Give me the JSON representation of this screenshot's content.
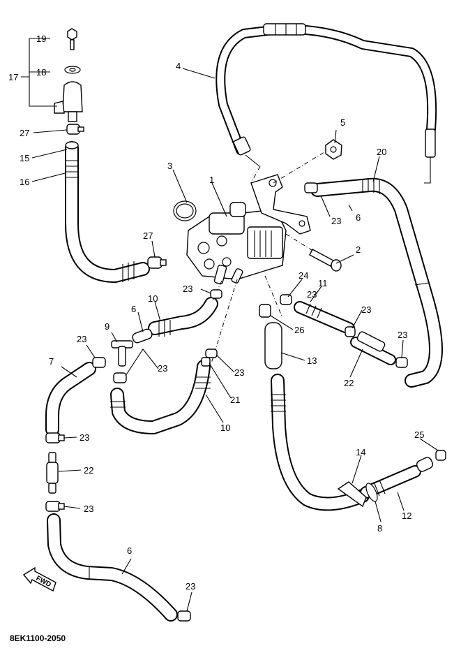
{
  "diagram": {
    "code": "8EK1100-2050",
    "fwd_label": "FWD",
    "callouts": [
      {
        "id": "c1",
        "text": "1"
      },
      {
        "id": "c2",
        "text": "2"
      },
      {
        "id": "c3",
        "text": "3"
      },
      {
        "id": "c4",
        "text": "4"
      },
      {
        "id": "c5",
        "text": "5"
      },
      {
        "id": "c6a",
        "text": "6"
      },
      {
        "id": "c6b",
        "text": "6"
      },
      {
        "id": "c6c",
        "text": "6"
      },
      {
        "id": "c7",
        "text": "7"
      },
      {
        "id": "c8",
        "text": "8"
      },
      {
        "id": "c9",
        "text": "9"
      },
      {
        "id": "c10a",
        "text": "10"
      },
      {
        "id": "c10b",
        "text": "10"
      },
      {
        "id": "c11",
        "text": "11"
      },
      {
        "id": "c12",
        "text": "12"
      },
      {
        "id": "c13",
        "text": "13"
      },
      {
        "id": "c14",
        "text": "14"
      },
      {
        "id": "c15",
        "text": "15"
      },
      {
        "id": "c16",
        "text": "16"
      },
      {
        "id": "c17",
        "text": "17"
      },
      {
        "id": "c18",
        "text": "18"
      },
      {
        "id": "c19",
        "text": "19"
      },
      {
        "id": "c20",
        "text": "20"
      },
      {
        "id": "c21",
        "text": "21"
      },
      {
        "id": "c22a",
        "text": "22"
      },
      {
        "id": "c22b",
        "text": "22"
      },
      {
        "id": "c23a",
        "text": "23"
      },
      {
        "id": "c23b",
        "text": "23"
      },
      {
        "id": "c23c",
        "text": "23"
      },
      {
        "id": "c23d",
        "text": "23"
      },
      {
        "id": "c23e",
        "text": "23"
      },
      {
        "id": "c23f",
        "text": "23"
      },
      {
        "id": "c23g",
        "text": "23"
      },
      {
        "id": "c23h",
        "text": "23"
      },
      {
        "id": "c23i",
        "text": "23"
      },
      {
        "id": "c23j",
        "text": "23"
      },
      {
        "id": "c23k",
        "text": "23"
      },
      {
        "id": "c24",
        "text": "24"
      },
      {
        "id": "c25",
        "text": "25"
      },
      {
        "id": "c26",
        "text": "26"
      },
      {
        "id": "c27a",
        "text": "27"
      },
      {
        "id": "c27b",
        "text": "27"
      }
    ]
  }
}
